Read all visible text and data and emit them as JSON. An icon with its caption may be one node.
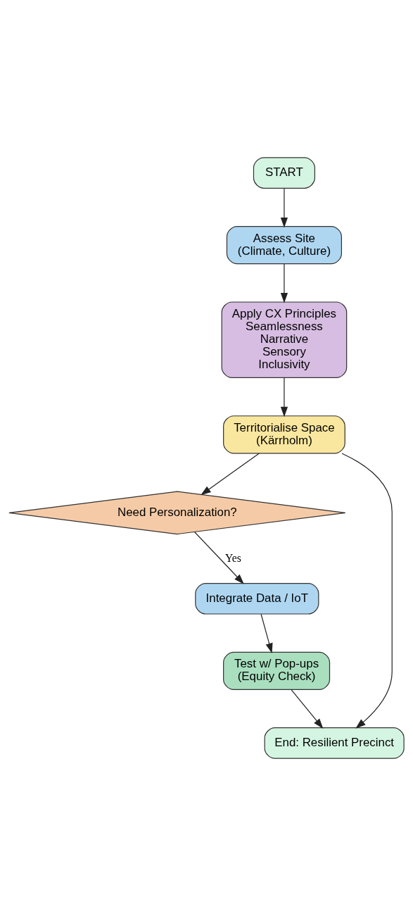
{
  "diagram": {
    "nodes": [
      {
        "text": [
          "START"
        ]
      },
      {
        "text": [
          "Assess Site (Climate, Culture)"
        ]
      },
      {
        "text": [
          "Apply CX Principles",
          "Seamlessness",
          "Narrative",
          "Sensory",
          "Inclusivity"
        ]
      },
      {
        "text": [
          "Territorialise Space (Kärrholm)"
        ]
      },
      {
        "text": [
          "Need Personalization?"
        ]
      },
      {
        "text": [
          "Integrate Data / IoT"
        ]
      },
      {
        "text": [
          "Test w/ Pop-ups (Equity Check)"
        ]
      },
      {
        "text": [
          "End: Resilient Precinct"
        ]
      }
    ],
    "edges": [
      {
        "from": 0,
        "to": 1,
        "arrow": "to"
      },
      {
        "from": 1,
        "to": 2,
        "arrow": "to"
      },
      {
        "from": 2,
        "to": 3,
        "arrow": "to"
      },
      {
        "from": 3,
        "to": 4,
        "arrow": "to"
      },
      {
        "from": 4,
        "to": 5,
        "arrow": "to",
        "label": "Yes"
      },
      {
        "from": 5,
        "to": 6,
        "arrow": "to"
      },
      {
        "from": 6,
        "to": 7,
        "arrow": "to"
      },
      {
        "from": 3,
        "to": 7,
        "arrow": "to"
      }
    ]
  }
}
